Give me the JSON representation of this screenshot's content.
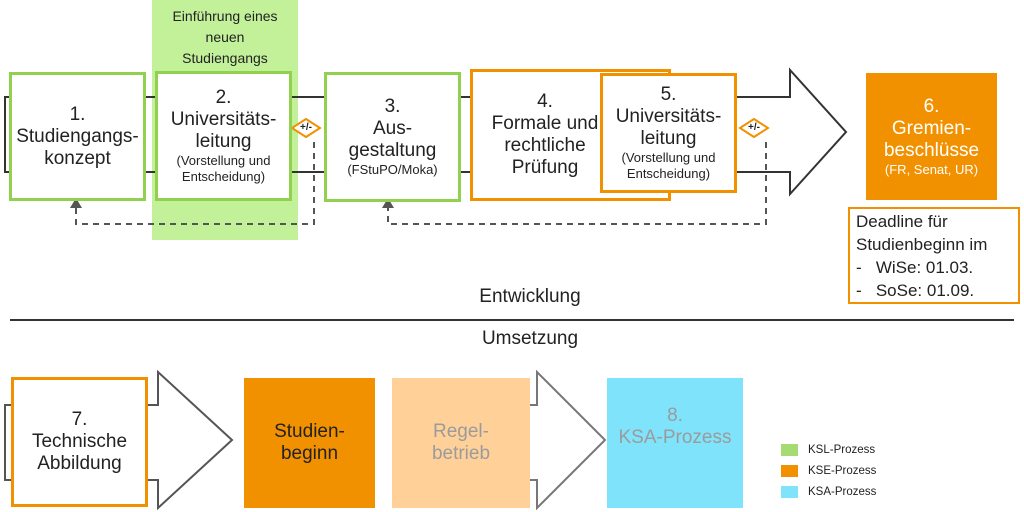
{
  "colors": {
    "ksl": "#92d050",
    "kse": "#f29100",
    "ksa": "#7fe3fc",
    "light_green": "#c3f19a",
    "light_orange": "#ffd199",
    "grey_text": "#9b9b9b"
  },
  "top_label": "Einführung eines\nneuen\nStudiengangs",
  "step1": {
    "number": "1.",
    "text": "Studiengangs-\nkonzept"
  },
  "step2": {
    "number": "2.",
    "text": "Universitäts-\nleitung",
    "sub": "(Vorstellung und\nEntscheidung)"
  },
  "step3": {
    "number": "3.",
    "text": "Aus-\ngestaltung",
    "sub": "(FStuPO/Moka)"
  },
  "step4": {
    "number": "4.",
    "text": "Formale und\nrechtliche\nPrüfung"
  },
  "step5": {
    "number": "5.",
    "text": "Universitäts-\nleitung",
    "sub": "(Vorstellung und\nEntscheidung)"
  },
  "step6": {
    "number": "6.",
    "text": "Gremien-\nbeschlüsse",
    "sub": "(FR, Senat, UR)"
  },
  "decision_label": "+/-",
  "deadline": {
    "title": "Deadline für\nStudienbeginn im",
    "items": [
      "-   WiSe: 01.03.",
      "-   SoSe: 01.09."
    ]
  },
  "section_top": "Entwicklung",
  "section_bottom": "Umsetzung",
  "step7": {
    "number": "7.",
    "text": "Technische\nAbbildung"
  },
  "studienbeginn": "Studien-\nbeginn",
  "regelbetrieb": "Regel-\nbetrieb",
  "step8": {
    "number": "8.",
    "text": "KSA-Prozess"
  },
  "legend": [
    {
      "label": "KSL-Prozess",
      "color": "#a6db74"
    },
    {
      "label": "KSE-Prozess",
      "color": "#f29100"
    },
    {
      "label": "KSA-Prozess",
      "color": "#7fe3fc"
    }
  ]
}
